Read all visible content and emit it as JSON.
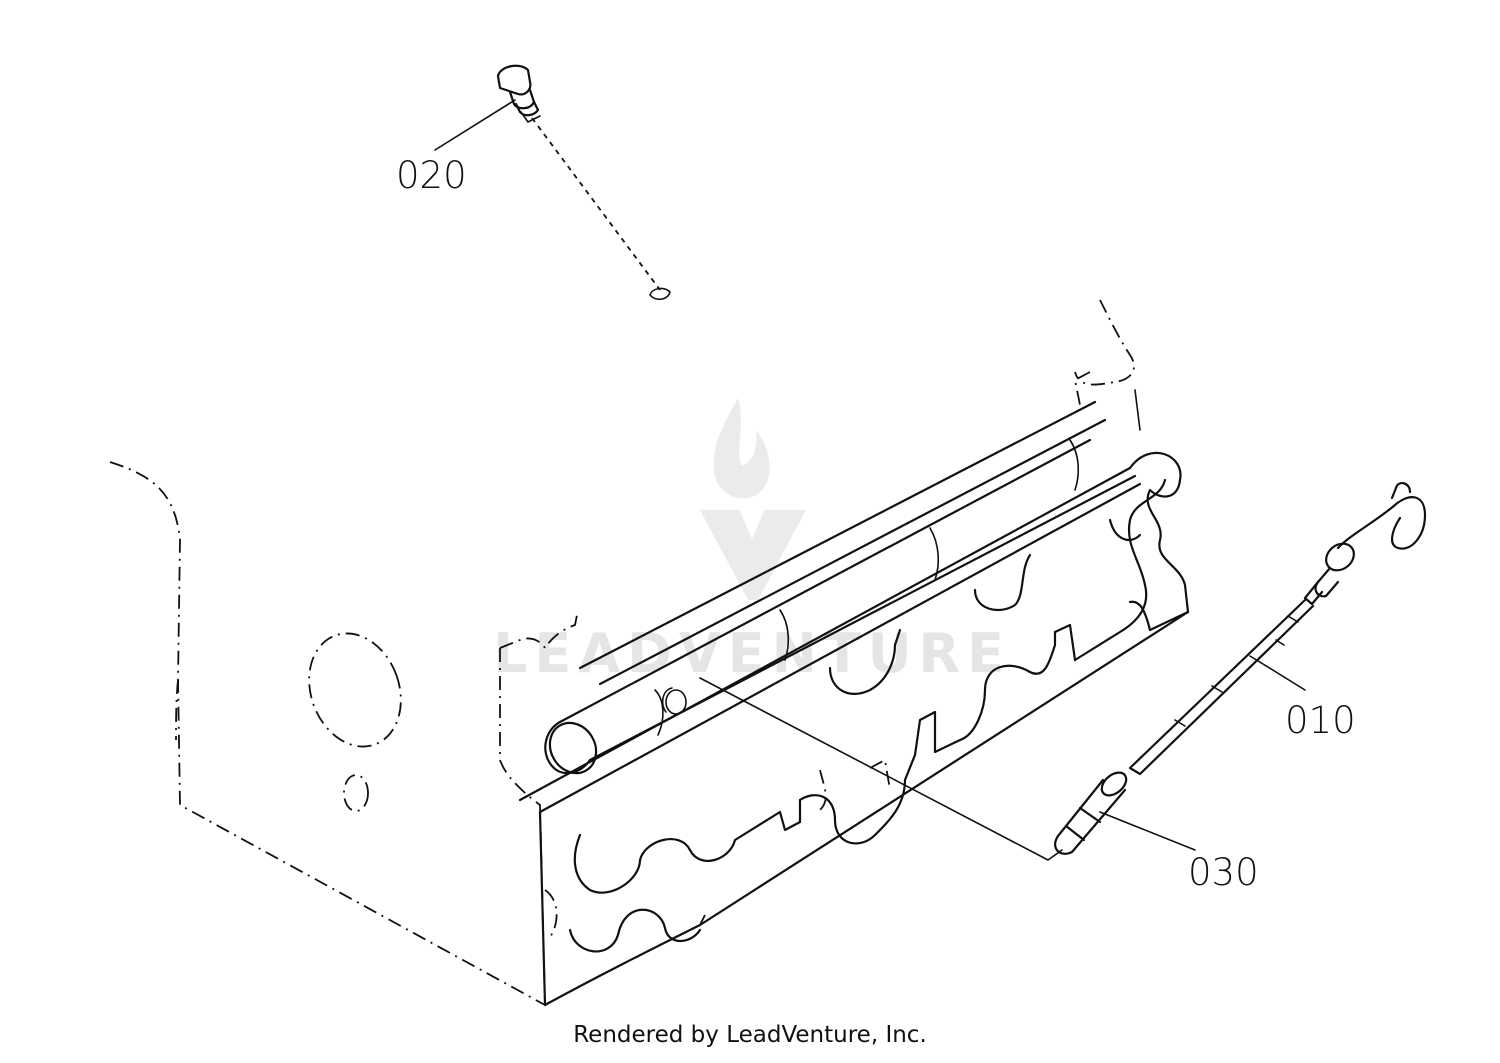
{
  "parts": [
    {
      "number": "020"
    },
    {
      "number": "010"
    },
    {
      "number": "030"
    }
  ],
  "watermark": "LEADVENTURE",
  "footer": "Rendered by LeadVenture, Inc."
}
